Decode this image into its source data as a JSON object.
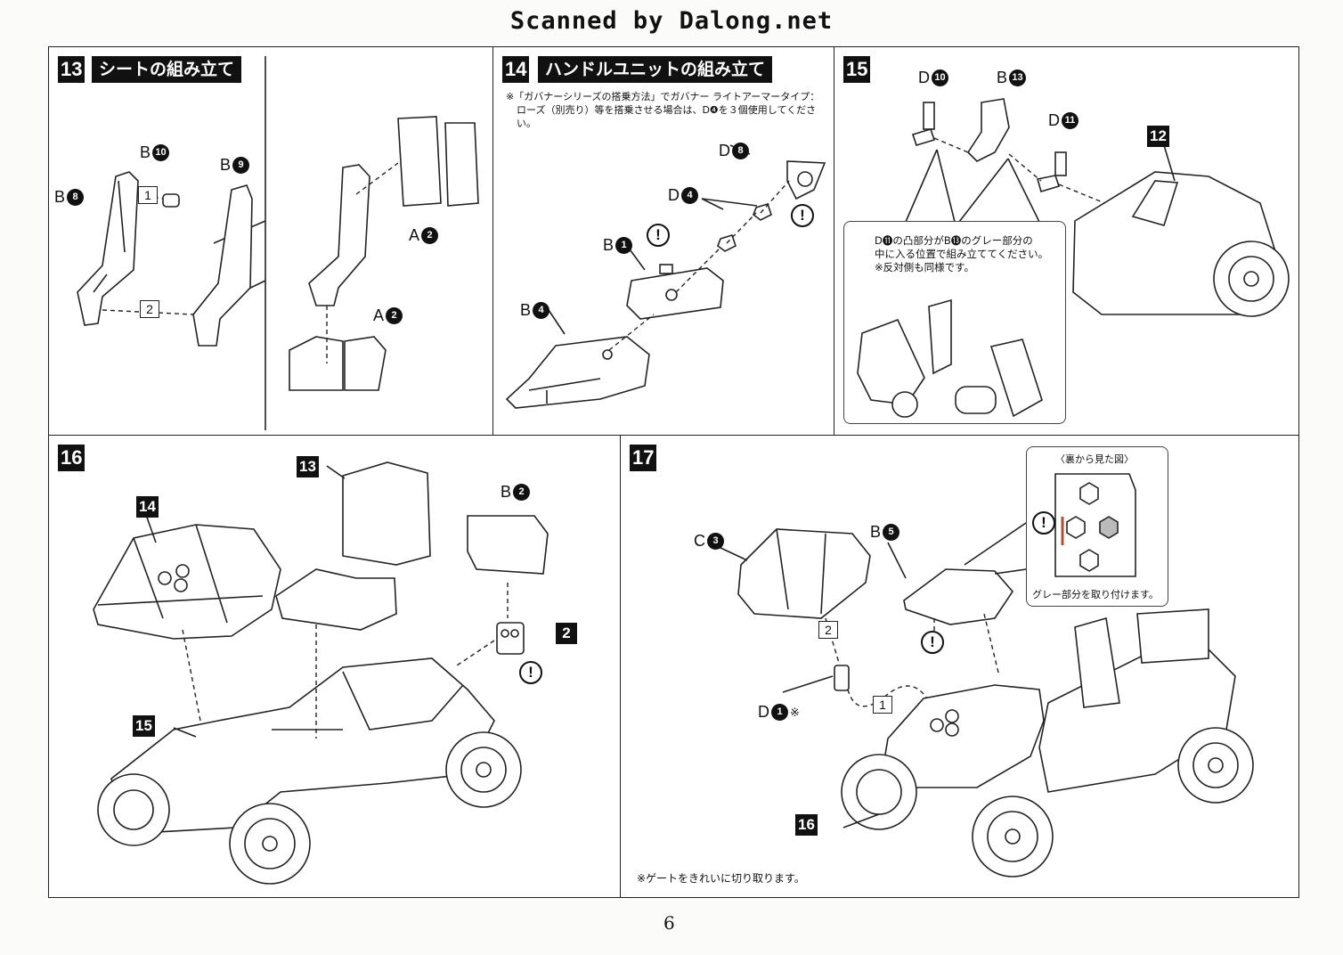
{
  "banner": "Scanned by Dalong.net",
  "page_number": "6",
  "step13": {
    "number": "13",
    "title": "シートの組み立て",
    "parts": {
      "b10": {
        "letter": "B",
        "num": "10"
      },
      "b9": {
        "letter": "B",
        "num": "9"
      },
      "b8": {
        "letter": "B",
        "num": "8"
      },
      "a2_top": {
        "letter": "A",
        "num": "2"
      },
      "a2_bottom": {
        "letter": "A",
        "num": "2"
      }
    },
    "seq": [
      "1",
      "2"
    ]
  },
  "step14": {
    "number": "14",
    "title": "ハンドルユニットの組み立て",
    "note_line1": "※「ガバナーシリーズの搭乗方法」でガバナー ライトアーマータイプ：",
    "note_line2": "ローズ（別売り）等を搭乗させる場合は、D❹を３個使用してください。",
    "parts": {
      "d8": {
        "letter": "D",
        "num": "8"
      },
      "d4": {
        "letter": "D",
        "num": "4"
      },
      "b1": {
        "letter": "B",
        "num": "1"
      },
      "b4": {
        "letter": "B",
        "num": "4"
      }
    },
    "warning": "!"
  },
  "step15": {
    "number": "15",
    "parts": {
      "d10": {
        "letter": "D",
        "num": "10"
      },
      "b13": {
        "letter": "B",
        "num": "13"
      },
      "d11": {
        "letter": "D",
        "num": "11"
      }
    },
    "ref": "12",
    "callout_line1": "D⓫の凸部分がB⓭のグレー部分の",
    "callout_line2": "中に入る位置で組み立ててください。",
    "callout_line3": "※反対側も同様です。"
  },
  "step16": {
    "number": "16",
    "refs": {
      "r14": "14",
      "r13": "13",
      "r15": "15",
      "r2": "2"
    },
    "parts": {
      "b2": {
        "letter": "B",
        "num": "2"
      }
    }
  },
  "step17": {
    "number": "17",
    "parts": {
      "c3": {
        "letter": "C",
        "num": "3"
      },
      "b5": {
        "letter": "B",
        "num": "5"
      },
      "d1": {
        "letter": "D",
        "num": "1",
        "mark": "※"
      }
    },
    "seq": [
      "2",
      "1"
    ],
    "ref": "16",
    "back_view_title": "〈裏から見た図〉",
    "back_view_caption": "グレー部分を取り付けます。",
    "footnote": "※ゲートをきれいに切り取ります。"
  }
}
